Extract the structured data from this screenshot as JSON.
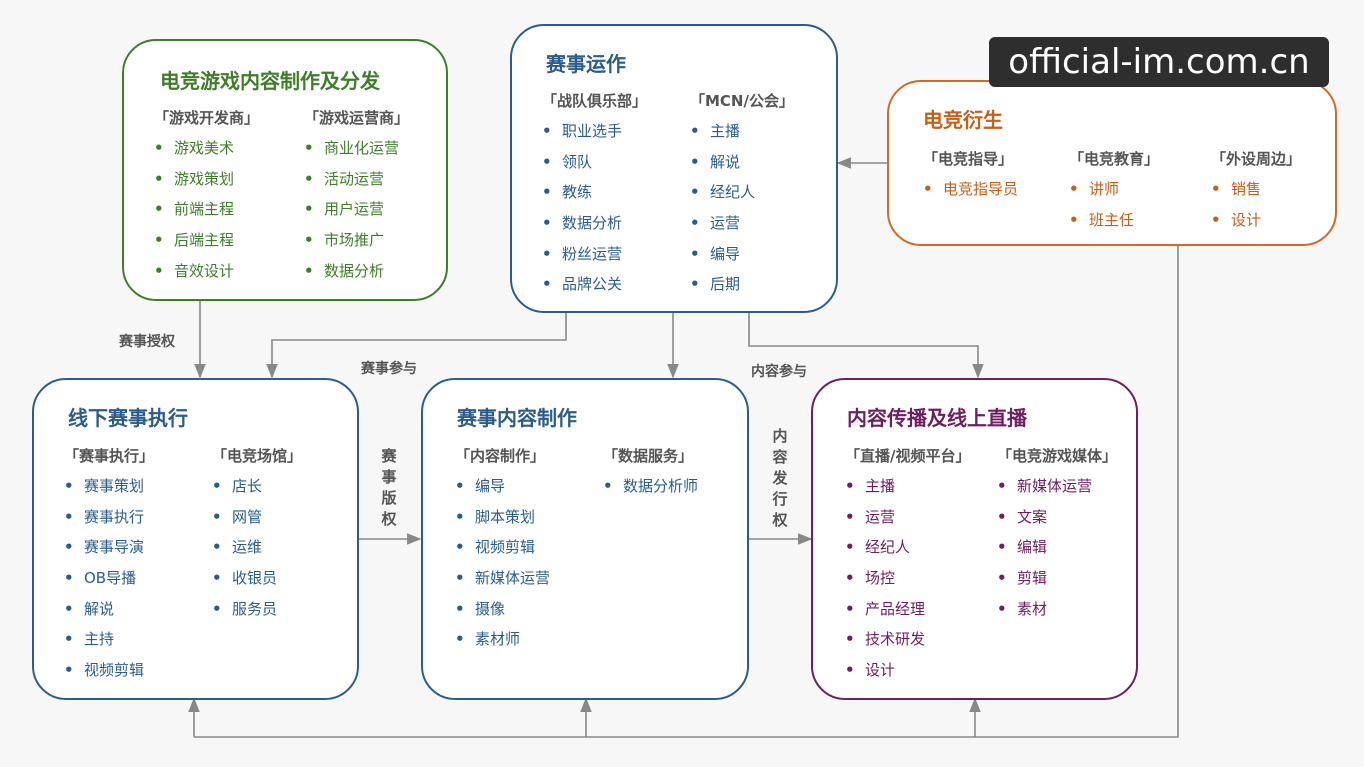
{
  "watermark": "official-im.com.cn",
  "colors": {
    "green": "#3f7d2a",
    "blue": "#2b5d8c",
    "orange": "#d06a25",
    "purple": "#6e1f5e",
    "arrow": "#888888"
  },
  "boxes": {
    "content_dist": {
      "title": "电竞游戏内容制作及分发",
      "cols": [
        {
          "head": "「游戏开发商」",
          "items": [
            "游戏美术",
            "游戏策划",
            "前端主程",
            "后端主程",
            "音效设计"
          ]
        },
        {
          "head": "「游戏运营商」",
          "items": [
            "商业化运营",
            "活动运营",
            "用户运营",
            "市场推广",
            "数据分析"
          ]
        }
      ]
    },
    "ops": {
      "title": "赛事运作",
      "cols": [
        {
          "head": "「战队俱乐部」",
          "items": [
            "职业选手",
            "领队",
            "教练",
            "数据分析",
            "粉丝运营",
            "品牌公关"
          ]
        },
        {
          "head": "「MCN/公会」",
          "items": [
            "主播",
            "解说",
            "经纪人",
            "运营",
            "编导",
            "后期"
          ]
        }
      ]
    },
    "derivative": {
      "title": "电竞衍生",
      "cols": [
        {
          "head": "「电竞指导」",
          "items": [
            "电竞指导员"
          ]
        },
        {
          "head": "「电竞教育」",
          "items": [
            "讲师",
            "班主任"
          ]
        },
        {
          "head": "「外设周边」",
          "items": [
            "销售",
            "设计"
          ]
        }
      ]
    },
    "offline": {
      "title": "线下赛事执行",
      "cols": [
        {
          "head": "「赛事执行」",
          "items": [
            "赛事策划",
            "赛事执行",
            "赛事导演",
            "OB导播",
            "解说",
            "主持",
            "视频剪辑"
          ]
        },
        {
          "head": "「电竞场馆」",
          "items": [
            "店长",
            "网管",
            "运维",
            "收银员",
            "服务员"
          ]
        }
      ]
    },
    "production": {
      "title": "赛事内容制作",
      "cols": [
        {
          "head": "「内容制作」",
          "items": [
            "编导",
            "脚本策划",
            "视频剪辑",
            "新媒体运营",
            "摄像",
            "素材师"
          ]
        },
        {
          "head": "「数据服务」",
          "items": [
            "数据分析师"
          ]
        }
      ]
    },
    "broadcast": {
      "title": "内容传播及线上直播",
      "cols": [
        {
          "head": "「直播/视频平台」",
          "items": [
            "主播",
            "运营",
            "经纪人",
            "场控",
            "产品经理",
            "技术研发",
            "设计"
          ]
        },
        {
          "head": "「电竞游戏媒体」",
          "items": [
            "新媒体运营",
            "文案",
            "编辑",
            "剪辑",
            "素材"
          ]
        }
      ]
    }
  },
  "labels": {
    "license": "赛事授权",
    "participate": "赛事参与",
    "content_participate": "内容参与",
    "copyright": "赛事版权",
    "distribution_right": "内容发行权"
  }
}
